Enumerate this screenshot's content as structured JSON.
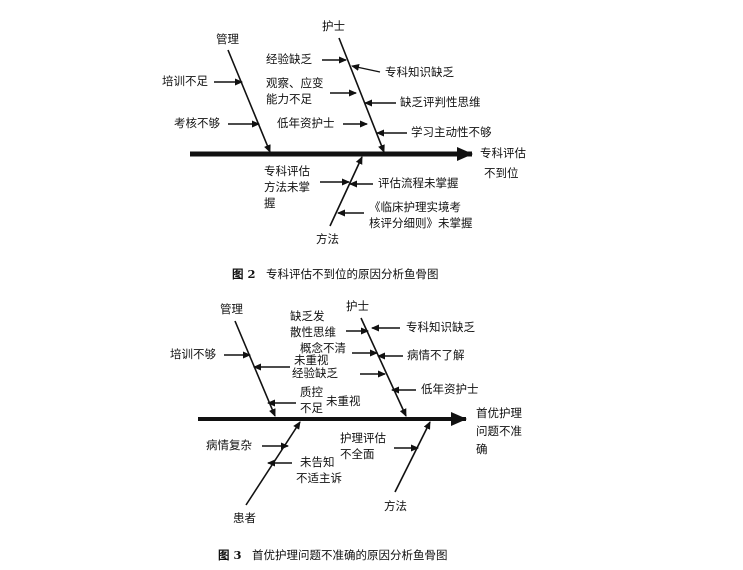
{
  "figure2": {
    "caption_number": "图 2",
    "caption_text": "专科评估不到位的原因分析鱼骨图",
    "head": [
      "专科评估",
      "不到位"
    ],
    "categories": {
      "management": "管理",
      "nurse": "护士",
      "method": "方法"
    },
    "management_causes": [
      "培训不足",
      "考核不够"
    ],
    "nurse_left_causes": [
      [
        "经验缺乏"
      ],
      [
        "观察、应变",
        "能力不足"
      ],
      [
        "低年资护士"
      ]
    ],
    "nurse_right_causes": [
      "专科知识缺乏",
      "缺乏评判性思维",
      "学习主动性不够"
    ],
    "method_left_causes": [
      [
        "专科评估",
        "方法未掌",
        "握"
      ]
    ],
    "method_right_causes": [
      [
        "评估流程未掌握"
      ],
      [
        "《临床护理实境考",
        "核评分细则》未掌握"
      ]
    ]
  },
  "figure3": {
    "caption_number": "图 3",
    "caption_text": "首优护理问题不准确的原因分析鱼骨图",
    "head": [
      "首优护理",
      "问题不准",
      "确"
    ],
    "categories": {
      "management": "管理",
      "nurse": "护士",
      "patient": "患者",
      "method": "方法"
    },
    "management_causes": [
      "培训不够",
      "未重视",
      "质控",
      "不足",
      "未重视"
    ],
    "nurse_left_causes": [
      [
        "缺乏发",
        "散性思维"
      ],
      [
        "概念不清"
      ],
      [
        "经验缺乏"
      ]
    ],
    "nurse_right_causes": [
      "专科知识缺乏",
      "病情不了解",
      "低年资护士"
    ],
    "patient_causes": [
      "病情复杂",
      "未告知",
      "不适主诉"
    ],
    "method_causes": [
      [
        "护理评估",
        "不全面"
      ]
    ]
  }
}
